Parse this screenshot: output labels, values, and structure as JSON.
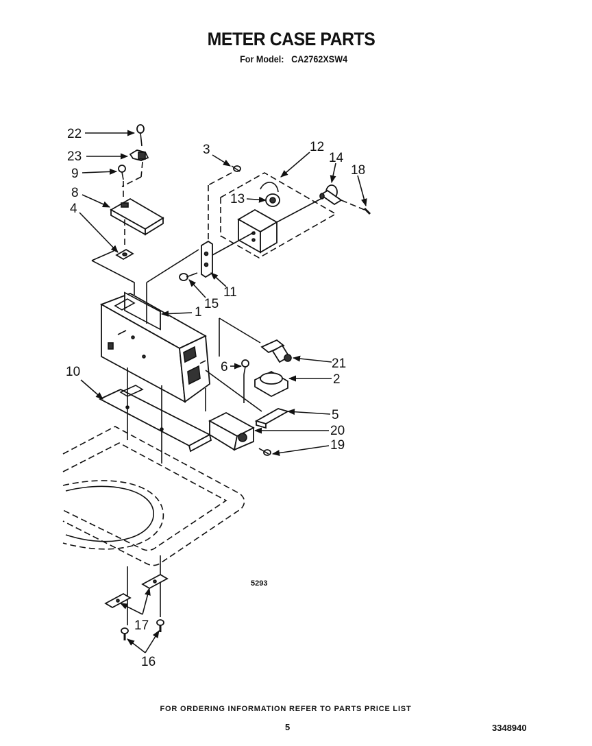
{
  "title": "METER CASE PARTS",
  "model_label": "For Model:",
  "model_number": "CA2762XSW4",
  "figure_number": "5293",
  "footer_note": "FOR ORDERING INFORMATION REFER TO PARTS PRICE LIST",
  "page_number": "5",
  "document_number": "3348940",
  "callouts": {
    "c22": "22",
    "c23": "23",
    "c9": "9",
    "c8": "8",
    "c4": "4",
    "c3": "3",
    "c12": "12",
    "c14": "14",
    "c18": "18",
    "c13": "13",
    "c11": "11",
    "c15": "15",
    "c1": "1",
    "c6": "6",
    "c21": "21",
    "c2": "2",
    "c10": "10",
    "c5": "5",
    "c20": "20",
    "c19": "19",
    "c17": "17",
    "c16": "16"
  }
}
